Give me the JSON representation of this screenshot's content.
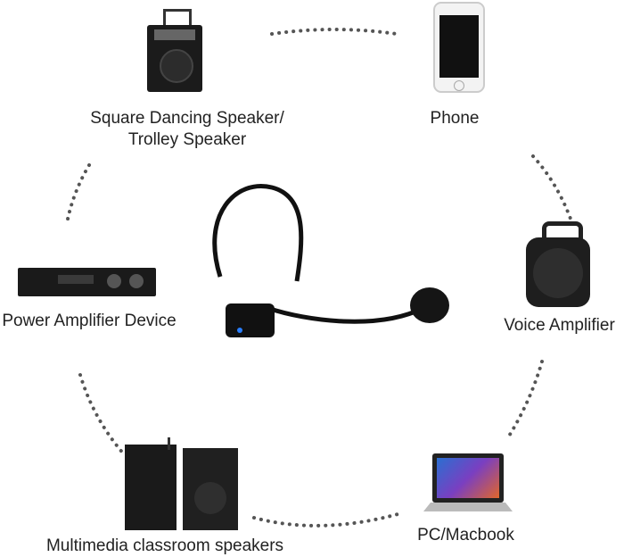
{
  "labels": {
    "trolley_line1": "Square Dancing Speaker/",
    "trolley_line2": "Trolley Speaker",
    "phone": "Phone",
    "voice_amplifier": "Voice Amplifier",
    "pc": "PC/Macbook",
    "classroom": "Multimedia classroom speakers",
    "power_amp": "Power Amplifier Device"
  }
}
